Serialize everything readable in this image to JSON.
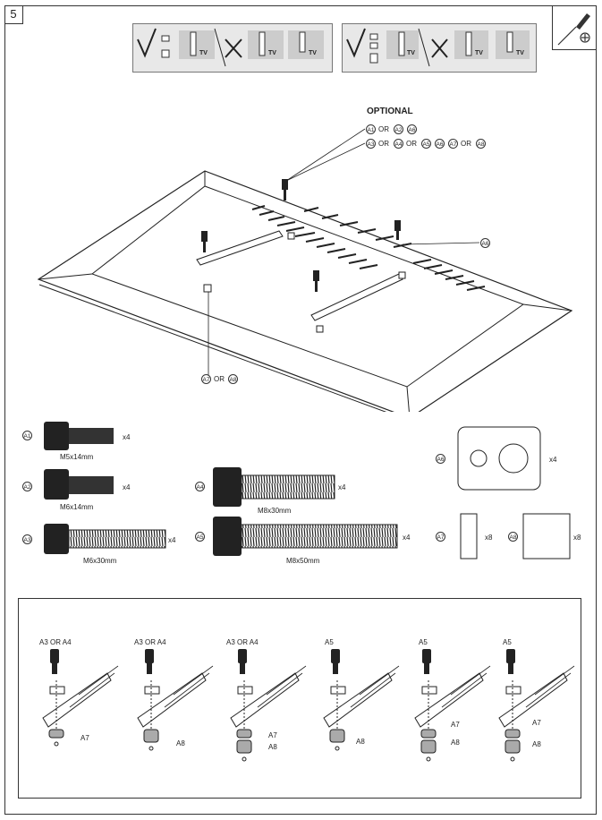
{
  "step_number": "5",
  "optional_label": "OPTIONAL",
  "connectors": {
    "or": "OR"
  },
  "callouts": {
    "line1": [
      "A1",
      "A2",
      "A6"
    ],
    "line2": [
      "A3",
      "A4",
      "A5",
      "A6",
      "A7",
      "A8"
    ],
    "a6": "A6",
    "bottom": [
      "A7",
      "A8"
    ]
  },
  "tv_label": "TV",
  "parts": [
    {
      "id": "A1",
      "size": "M5x14mm",
      "qty": "x4"
    },
    {
      "id": "A2",
      "size": "M6x14mm",
      "qty": "x4"
    },
    {
      "id": "A3",
      "size": "M6x30mm",
      "qty": "x4"
    },
    {
      "id": "A4",
      "size": "M8x30mm",
      "qty": "x4"
    },
    {
      "id": "A5",
      "size": "M8x50mm",
      "qty": "x4"
    },
    {
      "id": "A6",
      "size": "",
      "qty": "x4"
    },
    {
      "id": "A7",
      "size": "",
      "qty": "x8"
    },
    {
      "id": "A8",
      "size": "",
      "qty": "x8"
    }
  ],
  "configs": [
    {
      "bolt": "A3 OR A4",
      "spacers": [
        "A7"
      ]
    },
    {
      "bolt": "A3 OR A4",
      "spacers": [
        "A8"
      ]
    },
    {
      "bolt": "A3 OR A4",
      "spacers": [
        "A7",
        "A8"
      ]
    },
    {
      "bolt": "A5",
      "spacers": [
        "A8"
      ]
    },
    {
      "bolt": "A5",
      "spacers": [
        "A7",
        "A8"
      ]
    },
    {
      "bolt": "A5",
      "spacers": [
        "A7",
        "A8"
      ]
    }
  ]
}
